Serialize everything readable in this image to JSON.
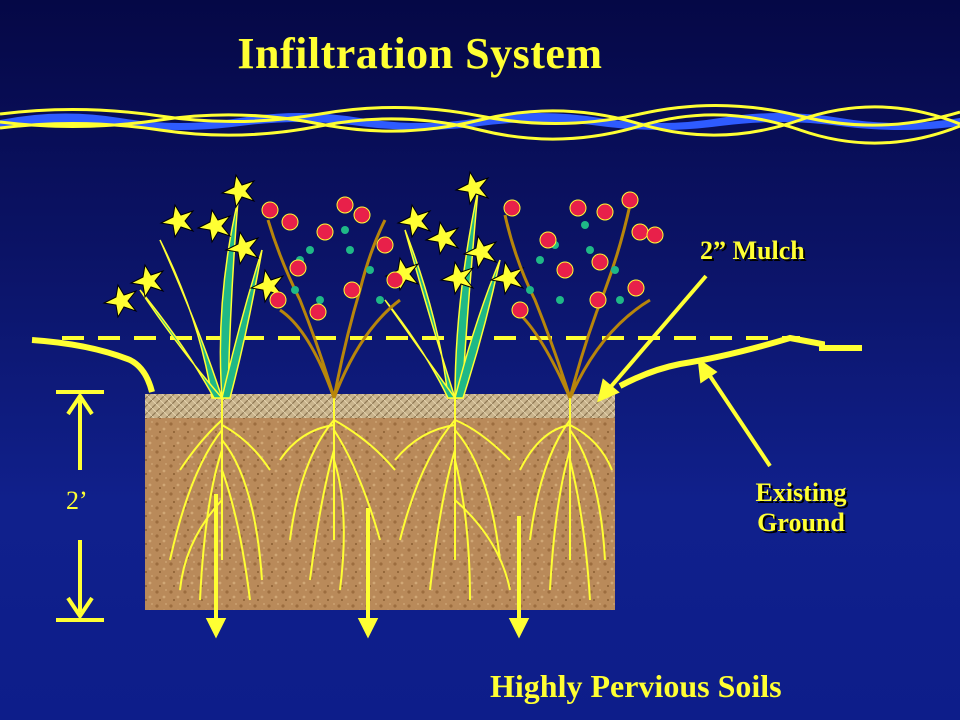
{
  "title": "Infiltration System",
  "labels": {
    "mulch": "2” Mulch",
    "existing_ground_line1": "Existing",
    "existing_ground_line2": "Ground",
    "depth": "2’",
    "soils": "Highly Pervious Soils"
  },
  "colors": {
    "background_top": "#050846",
    "background_bottom": "#10208c",
    "accent_yellow": "#ffff33",
    "soil": "#b98a5a",
    "mulch": "#c9b48d",
    "wave_blue": "#2e5bff",
    "flower_red": "#e8204a",
    "leaf_green": "#1fb887"
  }
}
